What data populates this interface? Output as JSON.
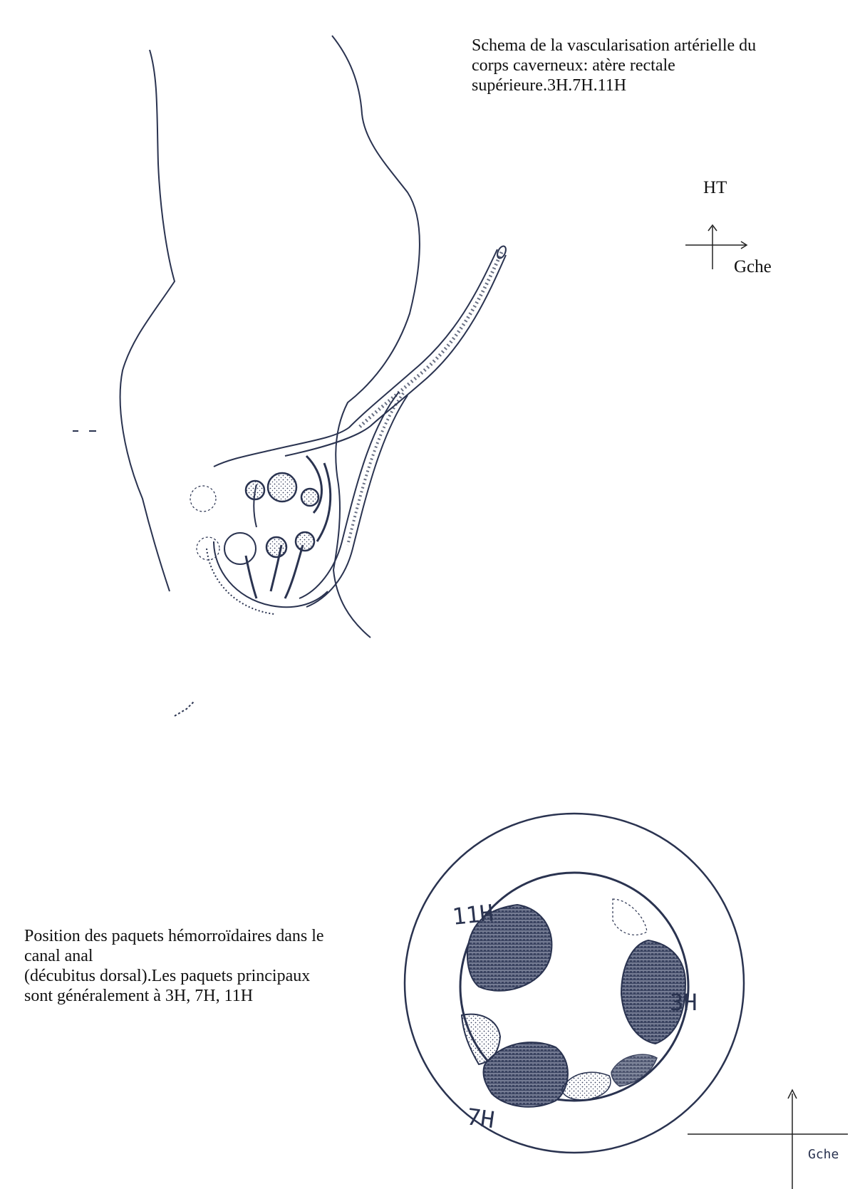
{
  "top_caption": {
    "lines": [
      "Schema de la vascularisation artérielle du",
      "corps caverneux: atère rectale",
      "supérieure.3H.7H.11H"
    ]
  },
  "orientation_top": {
    "up_label": "HT",
    "right_label": "Gche"
  },
  "bottom_caption": {
    "lines": [
      "Position des paquets hémorroïdaires dans le",
      "canal anal",
      "(décubitus dorsal).Les paquets principaux",
      "sont généralement à 3H, 7H, 11H"
    ]
  },
  "anal_canal": {
    "labels": {
      "eleven": "11H",
      "three": "3H",
      "seven": "7H"
    }
  },
  "orientation_bottom": {
    "right_label": "Gche"
  },
  "colors": {
    "ink": "#2a3350",
    "fill": "#3a4360"
  }
}
